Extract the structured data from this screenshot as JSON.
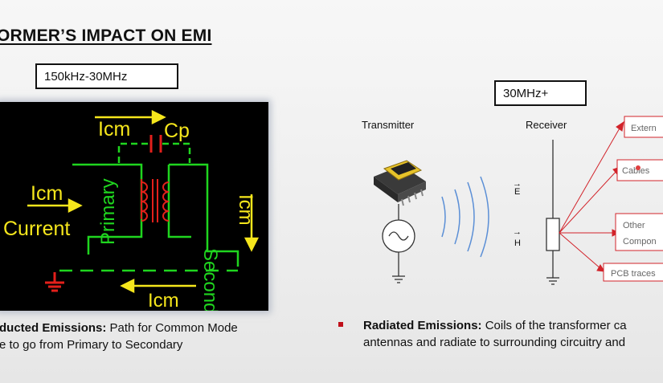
{
  "slide": {
    "title": "ORMER’S IMPACT ON EMI",
    "freq_low": "150kHz-30MHz",
    "freq_high": "30MHz+"
  },
  "circuit": {
    "icm_top": "Icm",
    "cp": "Cp",
    "icm_left": "Icm",
    "current": "Current",
    "primary": "Primary",
    "secondary": "Secondary",
    "icm_right": "Icm",
    "icm_bottom": "Icm"
  },
  "radiated": {
    "transmitter": "Transmitter",
    "receiver": "Receiver",
    "e_label": "E",
    "h_label": "H",
    "targets": {
      "external": "Extern",
      "cables": "Cables",
      "other_1": "Other",
      "other_2": "Compon",
      "pcb": "PCB traces"
    }
  },
  "captions": {
    "left_bold": "ducted Emissions:",
    "left_text_1": " Path for Common Mode",
    "left_text_2": "e to go from Primary to Secondary",
    "right_bold": "Radiated Emissions:",
    "right_text_1": " Coils of the transformer ca",
    "right_text_2": "antennas and radiate to surrounding circuitry and"
  },
  "colors": {
    "circuit_green": "#1fd51f",
    "circuit_yellow": "#f5e61c",
    "ground_red": "#e3201b",
    "arrow_red": "#d2232a",
    "bullet_red": "#c0101a"
  }
}
